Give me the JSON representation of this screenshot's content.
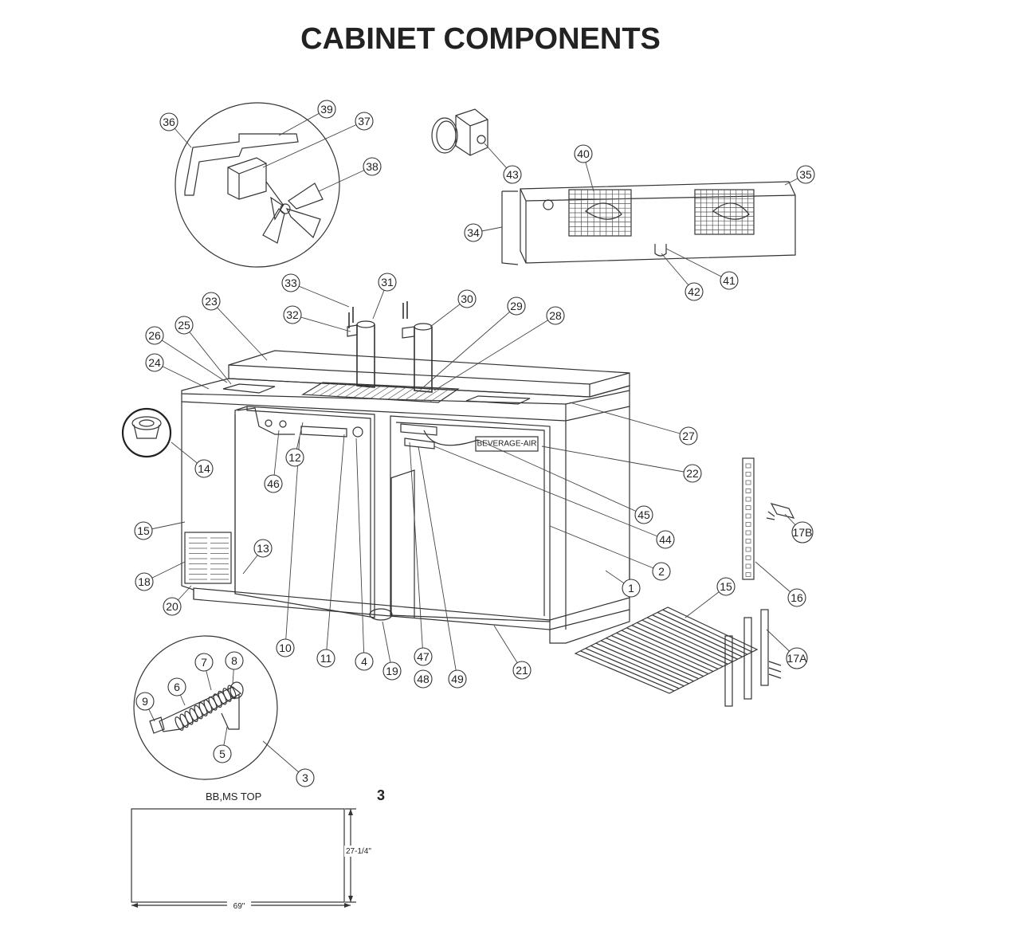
{
  "title": "CABINET COMPONENTS",
  "page_number": "3",
  "drawing": {
    "label": "BB,MS TOP",
    "height_dim": "27-1/4\"",
    "width_dim": "69\""
  },
  "nameplate": "BEVERAGE-AIR",
  "callouts": [
    {
      "id": "c1",
      "label": "1"
    },
    {
      "id": "c2",
      "label": "2"
    },
    {
      "id": "c3",
      "label": "3"
    },
    {
      "id": "c4",
      "label": "4"
    },
    {
      "id": "c5",
      "label": "5"
    },
    {
      "id": "c6",
      "label": "6"
    },
    {
      "id": "c7",
      "label": "7"
    },
    {
      "id": "c8",
      "label": "8"
    },
    {
      "id": "c9",
      "label": "9"
    },
    {
      "id": "c10",
      "label": "10"
    },
    {
      "id": "c11",
      "label": "11"
    },
    {
      "id": "c12",
      "label": "12"
    },
    {
      "id": "c13",
      "label": "13"
    },
    {
      "id": "c14",
      "label": "14"
    },
    {
      "id": "c15a",
      "label": "15"
    },
    {
      "id": "c15b",
      "label": "15"
    },
    {
      "id": "c16",
      "label": "16"
    },
    {
      "id": "c17a",
      "label": "17A"
    },
    {
      "id": "c17b",
      "label": "17B"
    },
    {
      "id": "c18",
      "label": "18"
    },
    {
      "id": "c19",
      "label": "19"
    },
    {
      "id": "c20",
      "label": "20"
    },
    {
      "id": "c21",
      "label": "21"
    },
    {
      "id": "c22",
      "label": "22"
    },
    {
      "id": "c23",
      "label": "23"
    },
    {
      "id": "c24",
      "label": "24"
    },
    {
      "id": "c25",
      "label": "25"
    },
    {
      "id": "c26",
      "label": "26"
    },
    {
      "id": "c27",
      "label": "27"
    },
    {
      "id": "c28",
      "label": "28"
    },
    {
      "id": "c29",
      "label": "29"
    },
    {
      "id": "c30",
      "label": "30"
    },
    {
      "id": "c31",
      "label": "31"
    },
    {
      "id": "c32",
      "label": "32"
    },
    {
      "id": "c33",
      "label": "33"
    },
    {
      "id": "c34",
      "label": "34"
    },
    {
      "id": "c35",
      "label": "35"
    },
    {
      "id": "c36",
      "label": "36"
    },
    {
      "id": "c37",
      "label": "37"
    },
    {
      "id": "c38",
      "label": "38"
    },
    {
      "id": "c39",
      "label": "39"
    },
    {
      "id": "c40",
      "label": "40"
    },
    {
      "id": "c41",
      "label": "41"
    },
    {
      "id": "c42",
      "label": "42"
    },
    {
      "id": "c43",
      "label": "43"
    },
    {
      "id": "c44",
      "label": "44"
    },
    {
      "id": "c45",
      "label": "45"
    },
    {
      "id": "c46",
      "label": "46"
    },
    {
      "id": "c47",
      "label": "47"
    },
    {
      "id": "c48",
      "label": "48"
    },
    {
      "id": "c49",
      "label": "49"
    }
  ]
}
